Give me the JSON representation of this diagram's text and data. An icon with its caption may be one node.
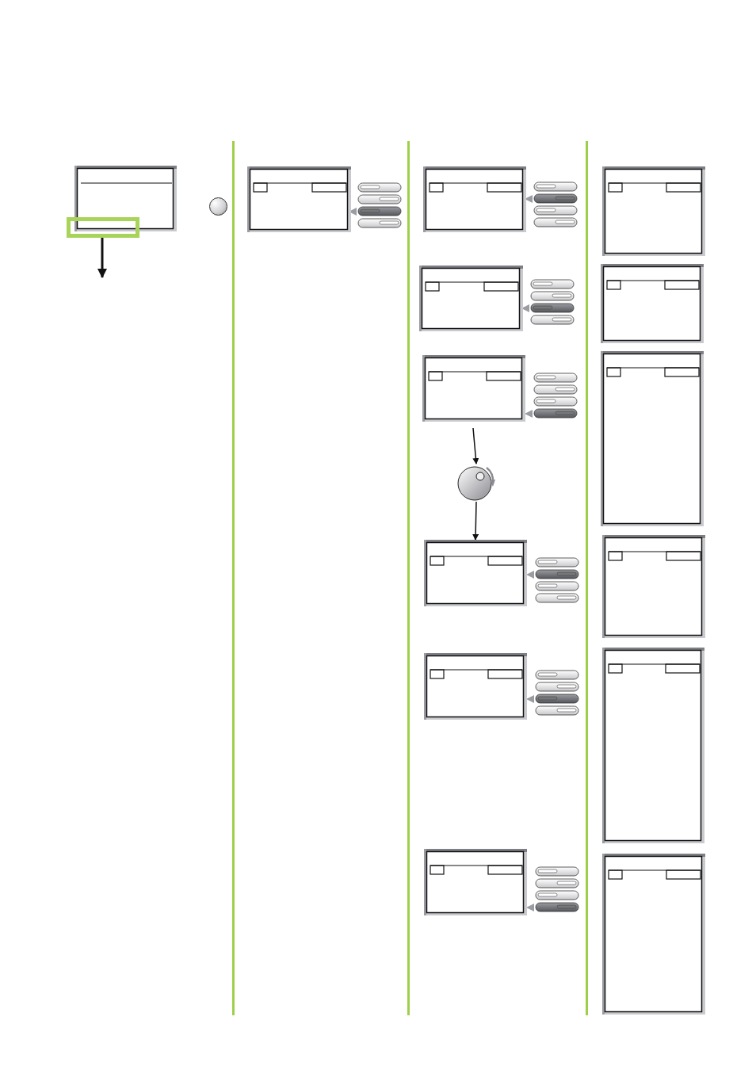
{
  "diagram": {
    "nodes": [
      {
        "text": [],
        "shape": "box"
      },
      {
        "text": [],
        "shape": "box"
      },
      {
        "text": [],
        "shape": "circle"
      },
      {
        "text": [],
        "shape": "box"
      },
      {
        "text": [],
        "shape": "box"
      },
      {
        "text": [],
        "shape": "box"
      },
      {
        "text": [],
        "shape": "box"
      },
      {
        "text": [],
        "shape": "circle"
      },
      {
        "text": [],
        "shape": "box"
      },
      {
        "text": [],
        "shape": "box"
      },
      {
        "text": [],
        "shape": "box"
      },
      {
        "text": [],
        "shape": "box"
      },
      {
        "text": [],
        "shape": "box"
      },
      {
        "text": [],
        "shape": "box"
      },
      {
        "text": [],
        "shape": "box"
      },
      {
        "text": [],
        "shape": "box"
      },
      {
        "text": [],
        "shape": "box"
      }
    ],
    "edges": [
      {
        "from": 1,
        "to": null,
        "arrow": "to"
      },
      {
        "from": 6,
        "to": 7,
        "arrow": "to"
      },
      {
        "from": 7,
        "to": 8,
        "arrow": "to"
      }
    ]
  }
}
